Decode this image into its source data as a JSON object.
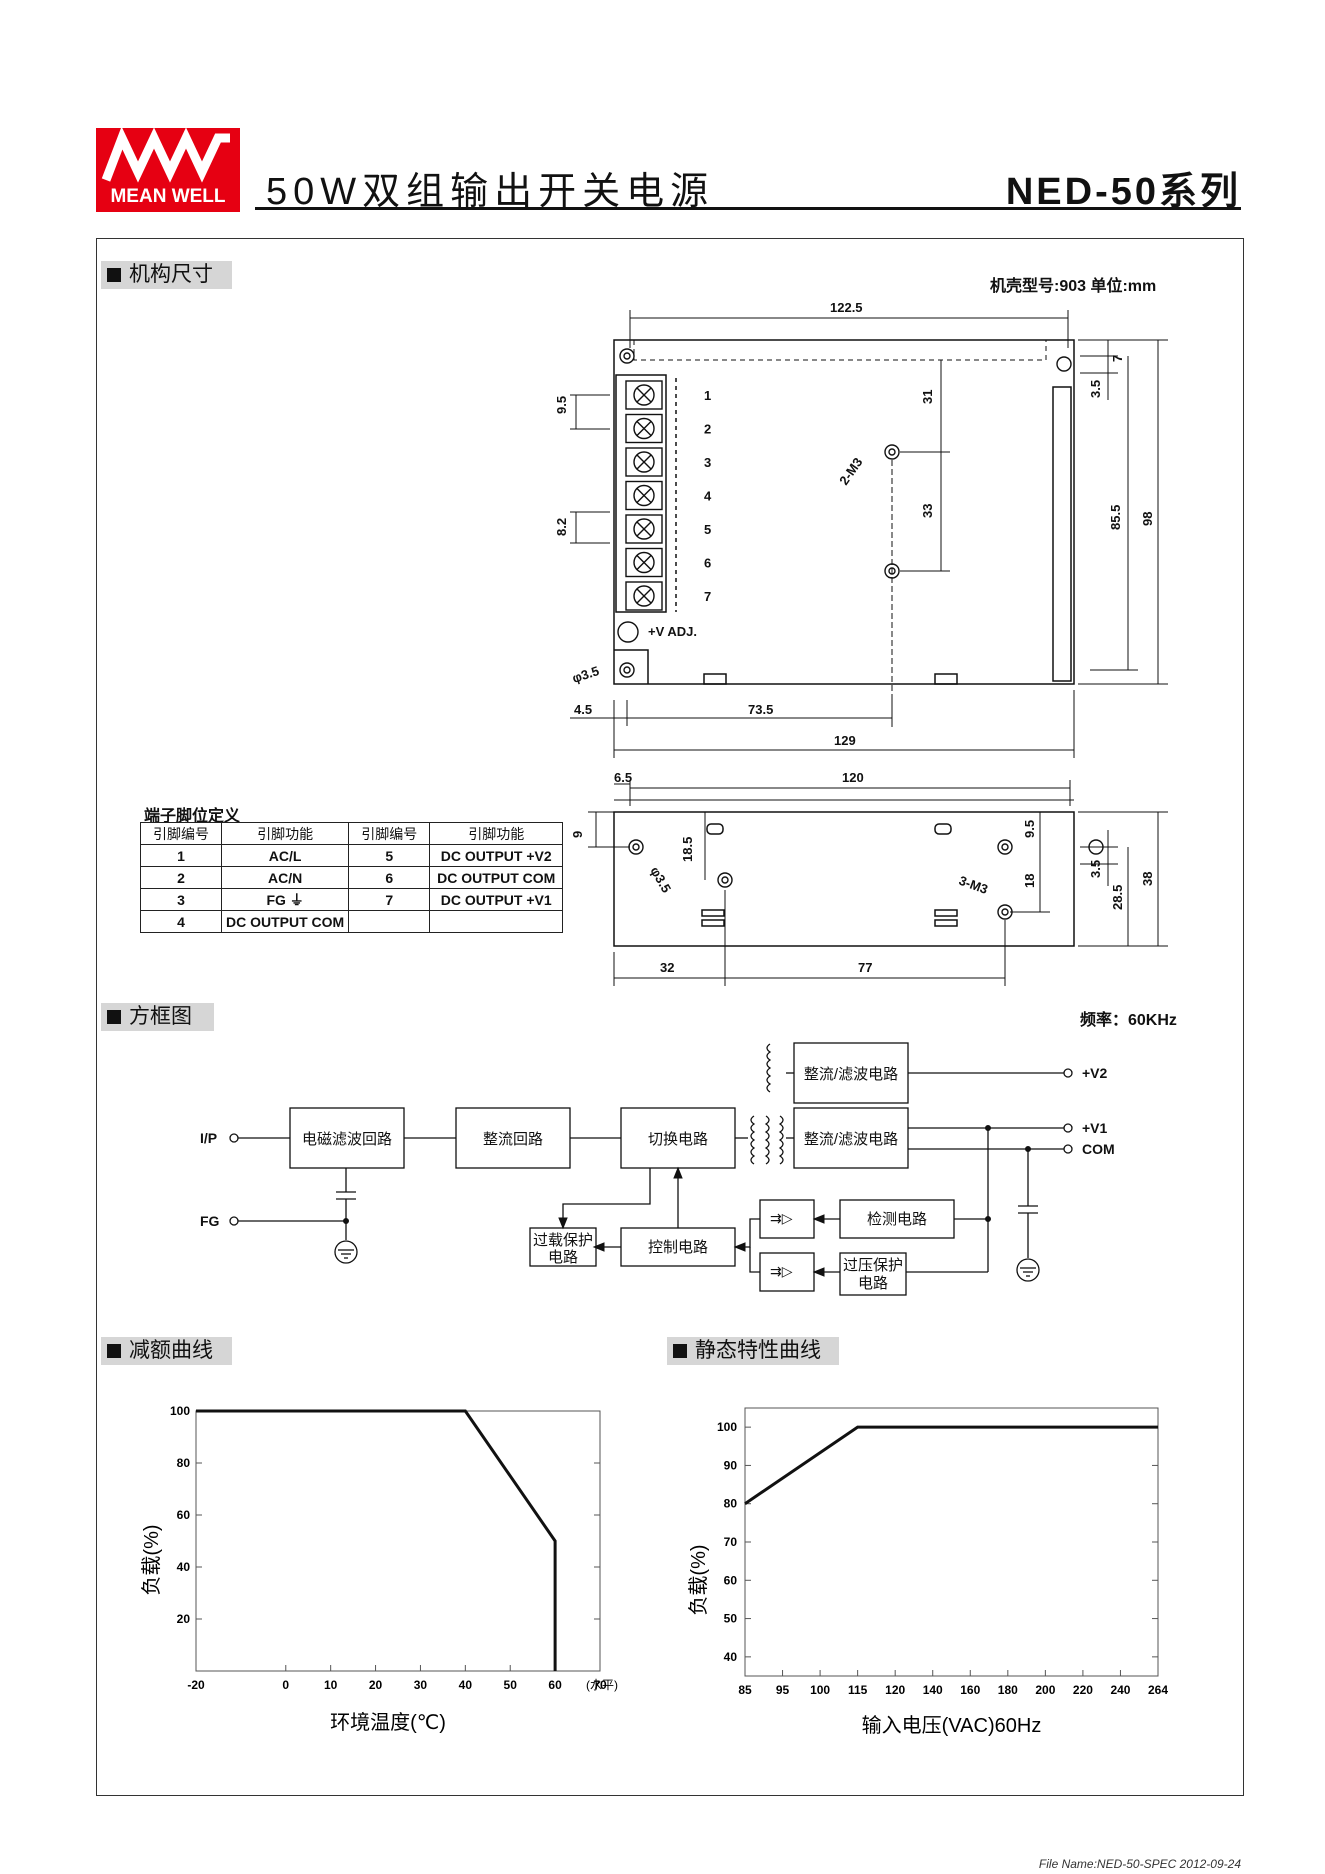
{
  "header": {
    "logo_text": "MEAN WELL",
    "title": "50W双组输出开关电源",
    "series": "NED-50系列"
  },
  "sections": {
    "mechanical": "机构尺寸",
    "block_diagram": "方框图",
    "derating": "减额曲线",
    "static": "静态特性曲线"
  },
  "mechanical": {
    "case_info": "机壳型号:903   单位:mm",
    "terminal_numbers": [
      "1",
      "2",
      "3",
      "4",
      "5",
      "6",
      "7"
    ],
    "vadj_label": "+V ADJ.",
    "dims_top": {
      "width_top": "122.5",
      "pitch1": "9.5",
      "pitch2": "8.2",
      "d31": "31",
      "d33": "33",
      "screw": "2-M3",
      "d3_5": "3.5",
      "d7": "7",
      "d85_5": "85.5",
      "d98": "98",
      "hole": "φ3.5",
      "d4_5": "4.5",
      "d73_5": "73.5",
      "d129": "129"
    },
    "dims_side": {
      "d6_5": "6.5",
      "d120": "120",
      "d9": "9",
      "d18_5": "18.5",
      "hole": "φ3.5",
      "d9_5": "9.5",
      "d18": "18",
      "screw": "3-M3",
      "d3_5": "3.5",
      "d28_5": "28.5",
      "d38": "38",
      "d32": "32",
      "d77": "77"
    }
  },
  "pin_table": {
    "title": "端子脚位定义",
    "headers": [
      "引脚编号",
      "引脚功能",
      "引脚编号",
      "引脚功能"
    ],
    "rows": [
      [
        "1",
        "AC/L",
        "5",
        "DC OUTPUT +V2"
      ],
      [
        "2",
        "AC/N",
        "6",
        "DC OUTPUT COM"
      ],
      [
        "3",
        "FG ⏚",
        "7",
        "DC OUTPUT +V1"
      ],
      [
        "4",
        "DC OUTPUT COM",
        "",
        ""
      ]
    ]
  },
  "block_diagram": {
    "freq": "频率：60KHz",
    "ip": "I/P",
    "fg": "FG",
    "emi": "电磁滤波回路",
    "rect": "整流回路",
    "switch": "切换电路",
    "rect_filter_1": "整流/滤波电路",
    "rect_filter_2": "整流/滤波电路",
    "v2": "+V2",
    "v1": "+V1",
    "com": "COM",
    "olp_1": "过载保护",
    "olp_2": "电路",
    "control": "控制电路",
    "detect": "检测电路",
    "ovp_1": "过压保护",
    "ovp_2": "电路"
  },
  "chart_data": [
    {
      "type": "line",
      "ylabel": "负载(%)",
      "xlabel": "环境温度(℃)",
      "x_unit": "(水平)",
      "x_ticks": [
        -20,
        0,
        10,
        20,
        30,
        40,
        50,
        60,
        70
      ],
      "y_ticks": [
        20,
        40,
        60,
        80,
        100
      ],
      "xlim": [
        -20,
        70
      ],
      "ylim": [
        0,
        100
      ],
      "series": [
        {
          "x": [
            -20,
            40,
            60,
            60
          ],
          "y": [
            100,
            100,
            50,
            0
          ]
        }
      ]
    },
    {
      "type": "line",
      "ylabel": "负载(%)",
      "xlabel": "输入电压(VAC)60Hz",
      "x_ticks": [
        "85",
        "95",
        "100",
        "115",
        "120",
        "140",
        "160",
        "180",
        "200",
        "220",
        "240",
        "264"
      ],
      "y_ticks": [
        40,
        50,
        60,
        70,
        80,
        90,
        100
      ],
      "ylim": [
        35,
        105
      ],
      "series": [
        {
          "x": [
            "85",
            "115",
            "264"
          ],
          "y": [
            80,
            100,
            100
          ]
        }
      ]
    }
  ],
  "footer": "File Name:NED-50-SPEC   2012-09-24"
}
